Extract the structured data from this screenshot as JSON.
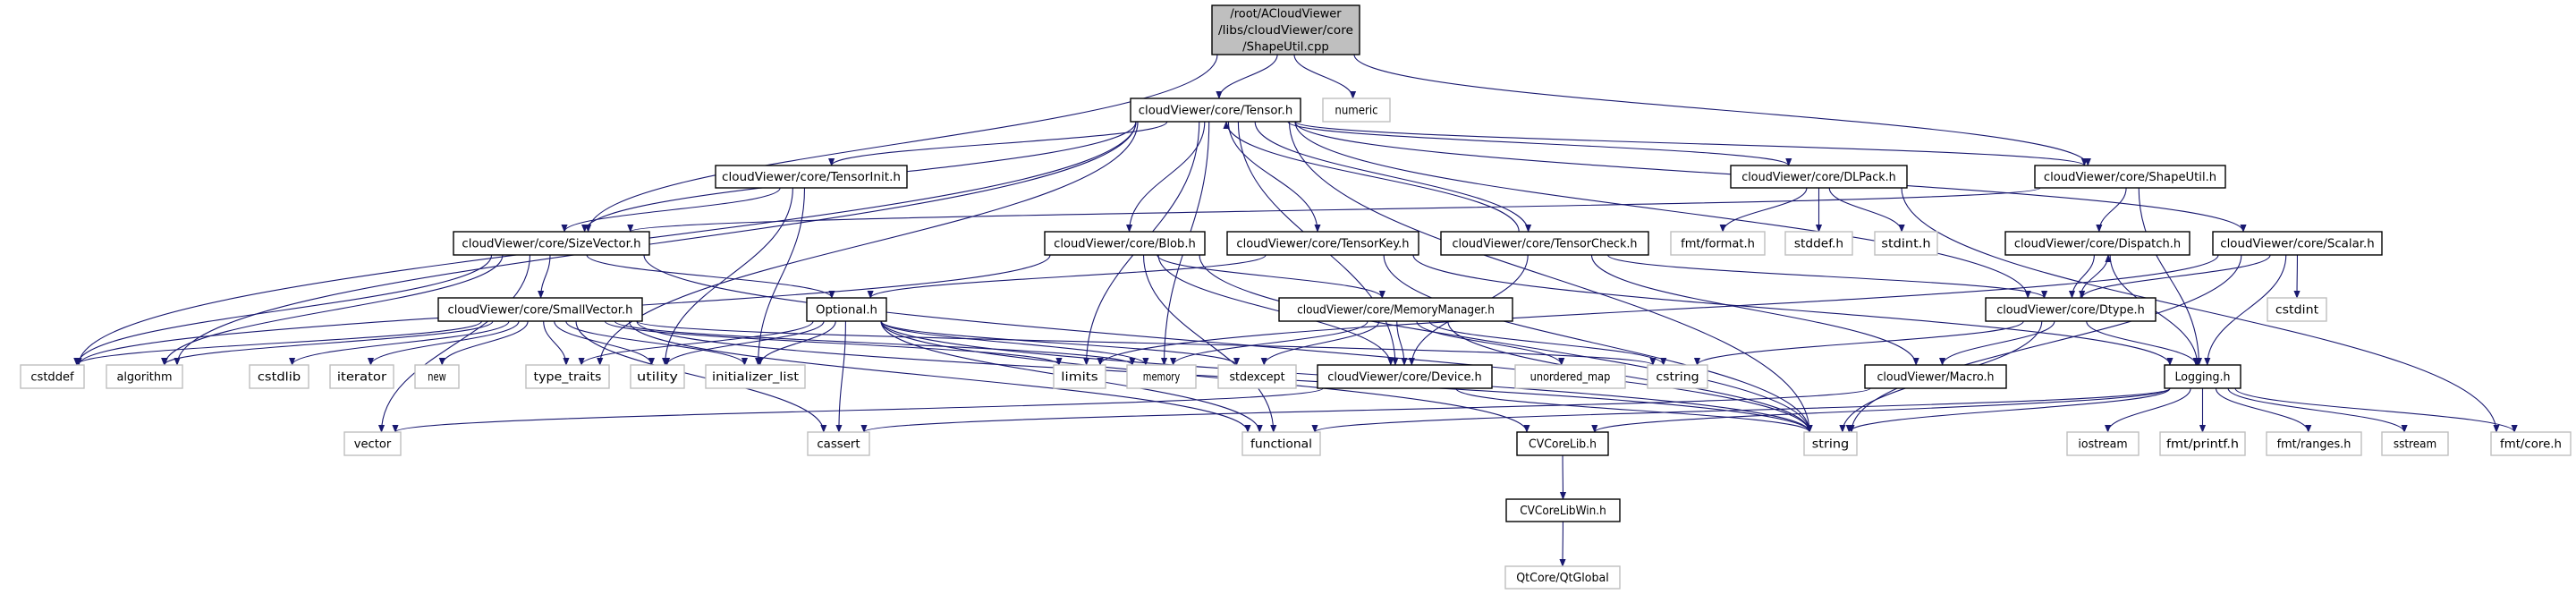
{
  "graph": {
    "colors": {
      "edge": "#191970",
      "root_fill": "#bfbfbf",
      "documented_border": "#000000",
      "external_border": "#bfbfbf"
    },
    "nodes": [
      {
        "id": "root",
        "label": [
          "/root/ACloudViewer",
          "/libs/cloudViewer/core",
          "/ShapeUtil.cpp"
        ],
        "kind": "root"
      },
      {
        "id": "tensor",
        "label": "cloudViewer/core/Tensor.h",
        "kind": "documented"
      },
      {
        "id": "numeric",
        "label": "numeric",
        "kind": "external"
      },
      {
        "id": "tensorinit",
        "label": "cloudViewer/core/TensorInit.h",
        "kind": "documented"
      },
      {
        "id": "dlpack",
        "label": "cloudViewer/core/DLPack.h",
        "kind": "documented"
      },
      {
        "id": "shapeutil",
        "label": "cloudViewer/core/ShapeUtil.h",
        "kind": "documented"
      },
      {
        "id": "sizevector",
        "label": "cloudViewer/core/SizeVector.h",
        "kind": "documented"
      },
      {
        "id": "blob",
        "label": "cloudViewer/core/Blob.h",
        "kind": "documented"
      },
      {
        "id": "tensorkey",
        "label": "cloudViewer/core/TensorKey.h",
        "kind": "documented"
      },
      {
        "id": "tensorcheck",
        "label": "cloudViewer/core/TensorCheck.h",
        "kind": "documented"
      },
      {
        "id": "fmtformat",
        "label": "fmt/format.h",
        "kind": "external"
      },
      {
        "id": "stddef",
        "label": "stddef.h",
        "kind": "external"
      },
      {
        "id": "stdint",
        "label": "stdint.h",
        "kind": "external"
      },
      {
        "id": "dispatch",
        "label": "cloudViewer/core/Dispatch.h",
        "kind": "documented"
      },
      {
        "id": "scalar",
        "label": "cloudViewer/core/Scalar.h",
        "kind": "documented"
      },
      {
        "id": "smallvector",
        "label": "cloudViewer/core/SmallVector.h",
        "kind": "documented"
      },
      {
        "id": "optional",
        "label": "Optional.h",
        "kind": "documented"
      },
      {
        "id": "memorymanager",
        "label": "cloudViewer/core/MemoryManager.h",
        "kind": "documented"
      },
      {
        "id": "dtype",
        "label": "cloudViewer/core/Dtype.h",
        "kind": "documented"
      },
      {
        "id": "cstdint",
        "label": "cstdint",
        "kind": "external"
      },
      {
        "id": "cstddef",
        "label": "cstddef",
        "kind": "external"
      },
      {
        "id": "algorithm",
        "label": "algorithm",
        "kind": "external"
      },
      {
        "id": "cstdlib",
        "label": "cstdlib",
        "kind": "external"
      },
      {
        "id": "iterator",
        "label": "iterator",
        "kind": "external"
      },
      {
        "id": "new",
        "label": "new",
        "kind": "external"
      },
      {
        "id": "type_traits",
        "label": "type_traits",
        "kind": "external"
      },
      {
        "id": "utility",
        "label": "utility",
        "kind": "external"
      },
      {
        "id": "initializer_list",
        "label": "initializer_list",
        "kind": "external"
      },
      {
        "id": "limits",
        "label": "limits",
        "kind": "external"
      },
      {
        "id": "memory",
        "label": "memory",
        "kind": "external"
      },
      {
        "id": "stdexcept",
        "label": "stdexcept",
        "kind": "external"
      },
      {
        "id": "device",
        "label": "cloudViewer/core/Device.h",
        "kind": "documented"
      },
      {
        "id": "unordered_map",
        "label": "unordered_map",
        "kind": "external"
      },
      {
        "id": "cstring",
        "label": "cstring",
        "kind": "external"
      },
      {
        "id": "macro",
        "label": "cloudViewer/Macro.h",
        "kind": "documented"
      },
      {
        "id": "logging",
        "label": "Logging.h",
        "kind": "documented"
      },
      {
        "id": "vector",
        "label": "vector",
        "kind": "external"
      },
      {
        "id": "cassert",
        "label": "cassert",
        "kind": "external"
      },
      {
        "id": "functional",
        "label": "functional",
        "kind": "external"
      },
      {
        "id": "cvcorelib",
        "label": "CVCoreLib.h",
        "kind": "documented"
      },
      {
        "id": "string",
        "label": "string",
        "kind": "external"
      },
      {
        "id": "iostream",
        "label": "iostream",
        "kind": "external"
      },
      {
        "id": "fmtprintf",
        "label": "fmt/printf.h",
        "kind": "external"
      },
      {
        "id": "fmtranges",
        "label": "fmt/ranges.h",
        "kind": "external"
      },
      {
        "id": "sstream",
        "label": "sstream",
        "kind": "external"
      },
      {
        "id": "fmtcore",
        "label": "fmt/core.h",
        "kind": "external"
      },
      {
        "id": "cvcorelibwin",
        "label": "CVCoreLibWin.h",
        "kind": "documented"
      },
      {
        "id": "qtglobal",
        "label": "QtCore/QtGlobal",
        "kind": "external"
      }
    ],
    "edges": [
      [
        "root",
        "tensor"
      ],
      [
        "root",
        "numeric"
      ],
      [
        "root",
        "sizevector"
      ],
      [
        "root",
        "shapeutil"
      ],
      [
        "tensor",
        "tensorinit"
      ],
      [
        "tensor",
        "sizevector"
      ],
      [
        "tensor",
        "blob"
      ],
      [
        "tensor",
        "tensorkey"
      ],
      [
        "tensor",
        "tensorcheck"
      ],
      [
        "tensor",
        "dlpack"
      ],
      [
        "tensor",
        "shapeutil"
      ],
      [
        "tensor",
        "scalar"
      ],
      [
        "tensor",
        "dtype"
      ],
      [
        "tensor",
        "device"
      ],
      [
        "tensor",
        "cstddef"
      ],
      [
        "tensor",
        "algorithm"
      ],
      [
        "tensor",
        "type_traits"
      ],
      [
        "tensor",
        "limits"
      ],
      [
        "tensor",
        "memory"
      ],
      [
        "tensor",
        "string"
      ],
      [
        "tensorinit",
        "sizevector"
      ],
      [
        "tensorinit",
        "utility"
      ],
      [
        "tensorinit",
        "initializer_list"
      ],
      [
        "sizevector",
        "smallvector"
      ],
      [
        "sizevector",
        "optional"
      ],
      [
        "sizevector",
        "cstddef"
      ],
      [
        "sizevector",
        "algorithm"
      ],
      [
        "sizevector",
        "vector"
      ],
      [
        "sizevector",
        "string"
      ],
      [
        "smallvector",
        "cstddef"
      ],
      [
        "smallvector",
        "algorithm"
      ],
      [
        "smallvector",
        "cstdlib"
      ],
      [
        "smallvector",
        "iterator"
      ],
      [
        "smallvector",
        "new"
      ],
      [
        "smallvector",
        "type_traits"
      ],
      [
        "smallvector",
        "utility"
      ],
      [
        "smallvector",
        "initializer_list"
      ],
      [
        "smallvector",
        "cassert"
      ],
      [
        "smallvector",
        "functional"
      ],
      [
        "smallvector",
        "limits"
      ],
      [
        "smallvector",
        "memory"
      ],
      [
        "smallvector",
        "cstring"
      ],
      [
        "smallvector",
        "string"
      ],
      [
        "optional",
        "type_traits"
      ],
      [
        "optional",
        "utility"
      ],
      [
        "optional",
        "initializer_list"
      ],
      [
        "optional",
        "cassert"
      ],
      [
        "optional",
        "functional"
      ],
      [
        "optional",
        "string"
      ],
      [
        "optional",
        "memory"
      ],
      [
        "optional",
        "stdexcept"
      ],
      [
        "optional",
        "cvcorelib"
      ],
      [
        "blob",
        "memorymanager"
      ],
      [
        "blob",
        "device"
      ],
      [
        "blob",
        "cstddef"
      ],
      [
        "blob",
        "string"
      ],
      [
        "blob",
        "functional"
      ],
      [
        "tensorkey",
        "optional"
      ],
      [
        "tensorkey",
        "string"
      ],
      [
        "tensorkey",
        "logging"
      ],
      [
        "tensorcheck",
        "tensor"
      ],
      [
        "tensorcheck",
        "device"
      ],
      [
        "tensorcheck",
        "dtype"
      ],
      [
        "tensorcheck",
        "macro"
      ],
      [
        "dlpack",
        "fmtformat"
      ],
      [
        "dlpack",
        "stddef"
      ],
      [
        "dlpack",
        "stdint"
      ],
      [
        "dlpack",
        "fmtcore"
      ],
      [
        "shapeutil",
        "sizevector"
      ],
      [
        "shapeutil",
        "dispatch"
      ],
      [
        "shapeutil",
        "logging"
      ],
      [
        "dispatch",
        "dtype"
      ],
      [
        "dispatch",
        "logging"
      ],
      [
        "dtype",
        "dispatch"
      ],
      [
        "dtype",
        "macro"
      ],
      [
        "dtype",
        "logging"
      ],
      [
        "dtype",
        "string"
      ],
      [
        "dtype",
        "cstring"
      ],
      [
        "scalar",
        "dtype"
      ],
      [
        "scalar",
        "cstdint"
      ],
      [
        "scalar",
        "logging"
      ],
      [
        "scalar",
        "string"
      ],
      [
        "scalar",
        "limits"
      ],
      [
        "memorymanager",
        "memory"
      ],
      [
        "memorymanager",
        "stdexcept"
      ],
      [
        "memorymanager",
        "device"
      ],
      [
        "memorymanager",
        "unordered_map"
      ],
      [
        "memorymanager",
        "cstring"
      ],
      [
        "memorymanager",
        "string"
      ],
      [
        "device",
        "string"
      ],
      [
        "device",
        "vector"
      ],
      [
        "macro",
        "cassert"
      ],
      [
        "logging",
        "string"
      ],
      [
        "logging",
        "functional"
      ],
      [
        "logging",
        "cvcorelib"
      ],
      [
        "logging",
        "iostream"
      ],
      [
        "logging",
        "fmtprintf"
      ],
      [
        "logging",
        "fmtranges"
      ],
      [
        "logging",
        "sstream"
      ],
      [
        "logging",
        "fmtcore"
      ],
      [
        "cvcorelib",
        "cvcorelibwin"
      ],
      [
        "cvcorelibwin",
        "qtglobal"
      ]
    ]
  }
}
